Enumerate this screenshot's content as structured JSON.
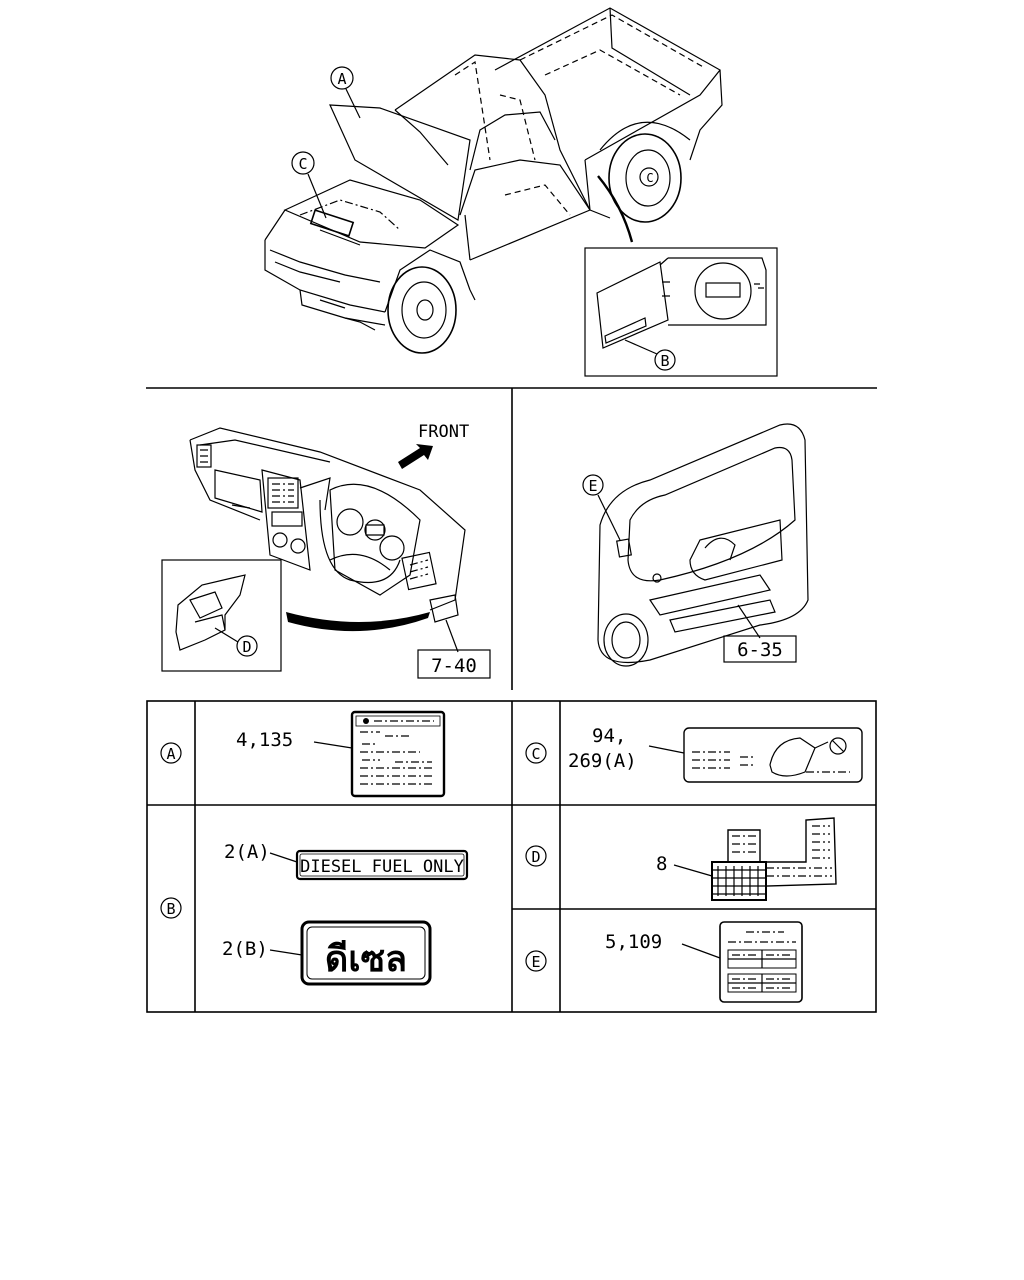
{
  "callouts": {
    "a": "A",
    "b": "B",
    "c": "C",
    "d": "D",
    "e": "E"
  },
  "direction_label": "FRONT",
  "references": {
    "dashboard": "7-40",
    "door_trim": "6-35"
  },
  "table": {
    "rows": [
      {
        "key": "A",
        "part_no": "4,135"
      },
      {
        "key": "C",
        "part_no_line1": "94,",
        "part_no_line2": "269(A)"
      },
      {
        "key": "B",
        "part_no_a": "2(A)",
        "part_no_b": "2(B)",
        "label_a_text": "DIESEL FUEL ONLY",
        "label_b_text": "ดีเซล"
      },
      {
        "key": "D",
        "part_no": "8"
      },
      {
        "key": "E",
        "part_no": "5,109"
      }
    ]
  },
  "colors": {
    "line": "#000000",
    "background": "#ffffff"
  }
}
